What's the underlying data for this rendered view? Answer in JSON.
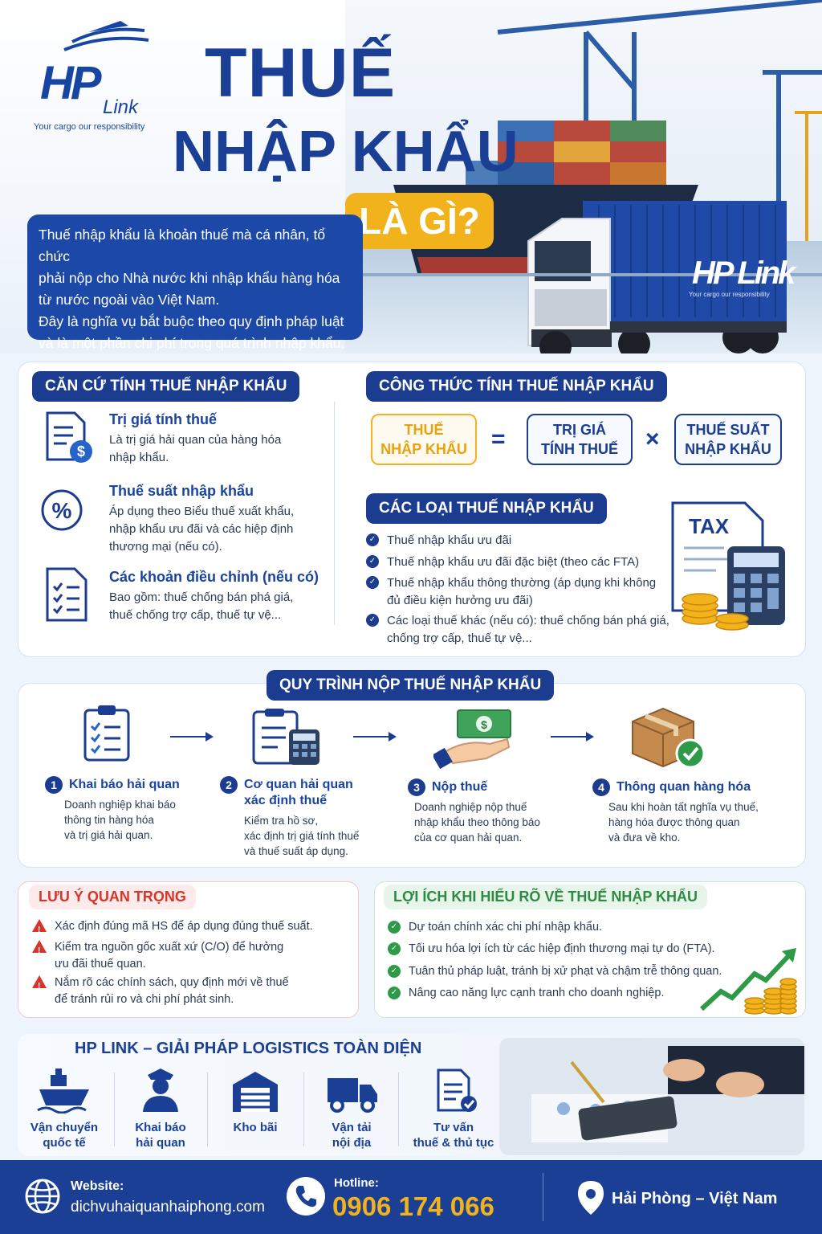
{
  "brand": {
    "logo_text": "HP",
    "logo_suffix": "Link",
    "slogan": "Your cargo our responsibility",
    "truck_logo": "HP Link",
    "truck_slogan": "Your cargo our responsibility"
  },
  "hero": {
    "title_line1": "THUẾ",
    "title_line2": "NHẬP KHẨU",
    "badge": "LÀ GÌ?",
    "intro_lines": [
      "Thuế nhập khẩu là khoản thuế mà cá nhân, tổ chức",
      "phải nộp cho Nhà nước khi nhập khẩu hàng hóa",
      "từ nước ngoài vào Việt Nam.",
      "Đây là nghĩa vụ bắt buộc theo quy định pháp luật",
      "và là một phần chi phí trong quá trình nhập khẩu."
    ]
  },
  "basis": {
    "heading": "CĂN CỨ TÍNH THUẾ NHẬP KHẨU",
    "items": [
      {
        "title": "Trị giá tính thuế",
        "desc_lines": [
          "Là trị giá hải quan của hàng hóa",
          "nhập khẩu."
        ],
        "icon": "document-dollar-icon"
      },
      {
        "title": "Thuế suất nhập khẩu",
        "desc_lines": [
          "Áp dụng theo Biểu thuế xuất khẩu,",
          "nhập khẩu ưu đãi và các hiệp định",
          "thương mại (nếu có)."
        ],
        "icon": "percent-icon"
      },
      {
        "title": "Các khoản điều chỉnh (nếu có)",
        "desc_lines": [
          "Bao gồm: thuế chống bán phá giá,",
          "thuế chống trợ cấp, thuế tự vệ..."
        ],
        "icon": "checklist-icon"
      }
    ]
  },
  "formula": {
    "heading": "CÔNG THỨC TÍNH THUẾ NHẬP KHẨU",
    "result_lines": [
      "THUẾ",
      "NHẬP KHẨU"
    ],
    "equals": "=",
    "value_lines": [
      "TRỊ GIÁ",
      "TÍNH THUẾ"
    ],
    "times": "×",
    "rate_lines": [
      "THUẾ SUẤT",
      "NHẬP KHẨU"
    ],
    "colors": {
      "result": "#f2b21b",
      "primary": "#1b3c8f"
    }
  },
  "types": {
    "heading": "CÁC LOẠI THUẾ NHẬP KHẨU",
    "tax_label": "TAX",
    "items": [
      [
        "Thuế nhập khẩu ưu đãi"
      ],
      [
        "Thuế nhập khẩu ưu đãi đặc biệt (theo các FTA)"
      ],
      [
        "Thuế nhập khẩu thông thường (áp dụng khi không",
        "đủ điều kiện hưởng ưu đãi)"
      ],
      [
        "Các loại thuế khác (nếu có): thuế chống bán phá giá,",
        "chống trợ cấp, thuế tự vệ..."
      ]
    ]
  },
  "process": {
    "heading": "QUY TRÌNH NỘP THUẾ NHẬP KHẨU",
    "steps": [
      {
        "num": "1",
        "title_lines": [
          "Khai báo hải quan"
        ],
        "desc_lines": [
          "Doanh nghiệp khai báo",
          "thông tin hàng hóa",
          "và trị giá hải quan."
        ],
        "icon": "clipboard-icon"
      },
      {
        "num": "2",
        "title_lines": [
          "Cơ quan hải quan",
          "xác định thuế"
        ],
        "desc_lines": [
          "Kiểm tra hồ sơ,",
          "xác định trị giá tính thuế",
          "và thuế suất áp dụng."
        ],
        "icon": "calculator-clipboard-icon"
      },
      {
        "num": "3",
        "title_lines": [
          "Nộp thuế"
        ],
        "desc_lines": [
          "Doanh nghiệp nộp thuế",
          "nhập khẩu theo thông báo",
          "của cơ quan hải quan."
        ],
        "icon": "money-hand-icon"
      },
      {
        "num": "4",
        "title_lines": [
          "Thông quan hàng hóa"
        ],
        "desc_lines": [
          "Sau khi hoàn tất nghĩa vụ thuế,",
          "hàng hóa được thông quan",
          "và đưa về kho."
        ],
        "icon": "box-check-icon"
      }
    ]
  },
  "notes": {
    "heading": "LƯU Ý QUAN TRỌNG",
    "items": [
      [
        "Xác định đúng mã HS để áp dụng đúng thuế suất."
      ],
      [
        "Kiểm tra nguồn gốc xuất xứ (C/O) để hưởng",
        "ưu đãi thuế quan."
      ],
      [
        "Nắm rõ các chính sách, quy định mới về thuế",
        "để tránh rủi ro và chi phí phát sinh."
      ]
    ],
    "color": "#d8352a"
  },
  "benefits": {
    "heading": "LỢI ÍCH KHI HIỂU RÕ VỀ THUẾ NHẬP KHẨU",
    "items": [
      "Dự toán chính xác chi phí nhập khẩu.",
      "Tối ưu hóa lợi ích từ các hiệp định thương mại tự do (FTA).",
      "Tuân thủ pháp luật, tránh bị xử phạt và chậm trễ thông quan.",
      "Nâng cao năng lực cạnh tranh cho doanh nghiệp."
    ],
    "color": "#2e9a47"
  },
  "services": {
    "heading": "HP LINK – GIẢI PHÁP LOGISTICS TOÀN DIỆN",
    "items": [
      {
        "lines": [
          "Vận chuyển",
          "quốc tế"
        ],
        "icon": "ship-icon"
      },
      {
        "lines": [
          "Khai báo",
          "hải quan"
        ],
        "icon": "officer-icon"
      },
      {
        "lines": [
          "Kho bãi"
        ],
        "icon": "warehouse-icon"
      },
      {
        "lines": [
          "Vận tải",
          "nội địa"
        ],
        "icon": "truck-icon"
      },
      {
        "lines": [
          "Tư vấn",
          "thuế & thủ tục"
        ],
        "icon": "document-check-icon"
      }
    ]
  },
  "footer": {
    "website_label": "Website:",
    "website": "dichvuhaiquanhaiphong.com",
    "hotline_label": "Hotline:",
    "hotline": "0906 174 066",
    "location": "Hải Phòng – Việt Nam",
    "accent": "#f2b21b"
  }
}
